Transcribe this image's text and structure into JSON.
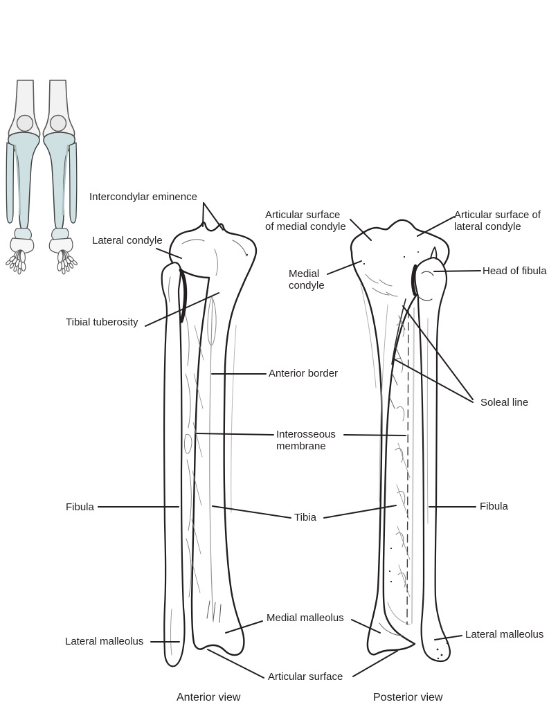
{
  "labels": {
    "intercondylar_eminence": "Intercondylar eminence",
    "lateral_condyle": "Lateral condyle",
    "tibial_tuberosity": "Tibial tuberosity",
    "articular_surface_medial_condyle": "Articular surface of medial condyle",
    "articular_surface_lateral_condyle": "Articular surface of lateral condyle",
    "medial_condyle": "Medial condyle",
    "head_of_fibula": "Head of fibula",
    "anterior_border": "Anterior border",
    "soleal_line": "Soleal line",
    "interosseous_membrane": "Interosseous membrane",
    "fibula_anterior": "Fibula",
    "tibia": "Tibia",
    "fibula_posterior": "Fibula",
    "medial_malleolus": "Medial malleolus",
    "lateral_malleolus_anterior": "Lateral malleolus",
    "lateral_malleolus_posterior": "Lateral malleolus",
    "articular_surface": "Articular surface"
  },
  "captions": {
    "anterior": "Anterior view",
    "posterior": "Posterior view"
  },
  "colors": {
    "line_art": "#231f20",
    "inset_bone_highlight": "#cfe0e2",
    "inset_bone_shadow": "#a9bec2",
    "inset_outline": "#3f3f3f"
  }
}
